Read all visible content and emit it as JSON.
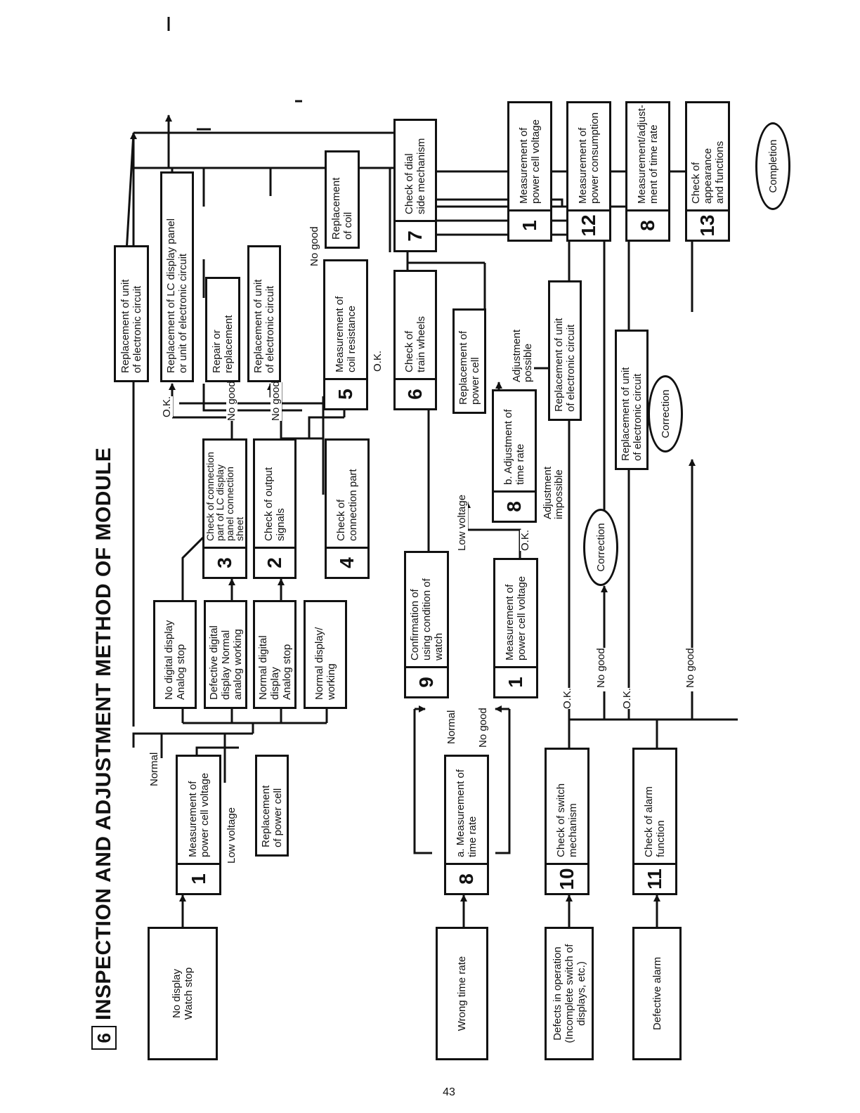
{
  "title": {
    "number": "6",
    "text": "INSPECTION AND ADJUSTMENT METHOD OF MODULE"
  },
  "page_number": "43",
  "labels": {
    "normal": "Normal",
    "low_voltage": "Low voltage",
    "ok": "O.K.",
    "no_good": "No good",
    "adjustment_possible": "Adjustment\npossible",
    "adjustment_impossible": "Adjustment\nimpossible"
  },
  "symptoms": {
    "no_display": "No display\nWatch stop",
    "wrong_rate": "Wrong time rate",
    "defects_operation": "Defects in operation\n(Incomplete switch of\ndisplays, etc.)",
    "defective_alarm": "Defective alarm"
  },
  "conditions": {
    "no_digital": "No digital display\nAnalog stop",
    "defective_digital": "Defective digital\ndisplay Normal\nanalog working",
    "normal_digital_stop": "Normal digital\ndisplay\nAnalog stop",
    "normal_working": "Normal display/\nworking"
  },
  "steps": {
    "s1": {
      "num": "1",
      "text": "Measurement of\npower cell voltage"
    },
    "s2": {
      "num": "2",
      "text": "Check of output\nsignals"
    },
    "s3": {
      "num": "3",
      "text": "Check of connection\npart of LC display\npanel connection\nsheet"
    },
    "s4": {
      "num": "4",
      "text": "Check of\nconnection part"
    },
    "s5": {
      "num": "5",
      "text": "Measurement of\ncoil resistance"
    },
    "s6": {
      "num": "6",
      "text": "Check of\ntrain wheels"
    },
    "s7": {
      "num": "7",
      "text": "Check of dial\nside mechanism"
    },
    "s8a": {
      "num": "8",
      "text": "a.  Measurement of\n     time rate"
    },
    "s8b": {
      "num": "8",
      "text": "b.  Adjustment of\n     time rate"
    },
    "s9": {
      "num": "9",
      "text": "Confirmation of\nusing condition of\nwatch"
    },
    "s10": {
      "num": "10",
      "text": "Check of switch\nmechanism"
    },
    "s11": {
      "num": "11",
      "text": "Check of alarm\nfunction"
    }
  },
  "actions": {
    "replace_power_cell": "Replacement\nof power cell",
    "replace_unit": "Replacement of unit\nof electronic circuit",
    "replace_lc": "Replacement of LC display panel\nor unit of electronic circuit",
    "repair": "Repair or\nreplacement",
    "replace_coil": "Replacement\nof coil",
    "replace_power_cell_2": "Replacement of\npower cell",
    "correction": "Correction"
  },
  "final_steps": [
    {
      "num": "1",
      "text": "Measurement of\npower cell voltage"
    },
    {
      "num": "12",
      "text": "Measurement of\npower consumption"
    },
    {
      "num": "8",
      "text": "Measurement/adjust-\nment of time rate"
    },
    {
      "num": "13",
      "text": "Check of appearance\nand functions"
    }
  ],
  "completion": "Completion"
}
